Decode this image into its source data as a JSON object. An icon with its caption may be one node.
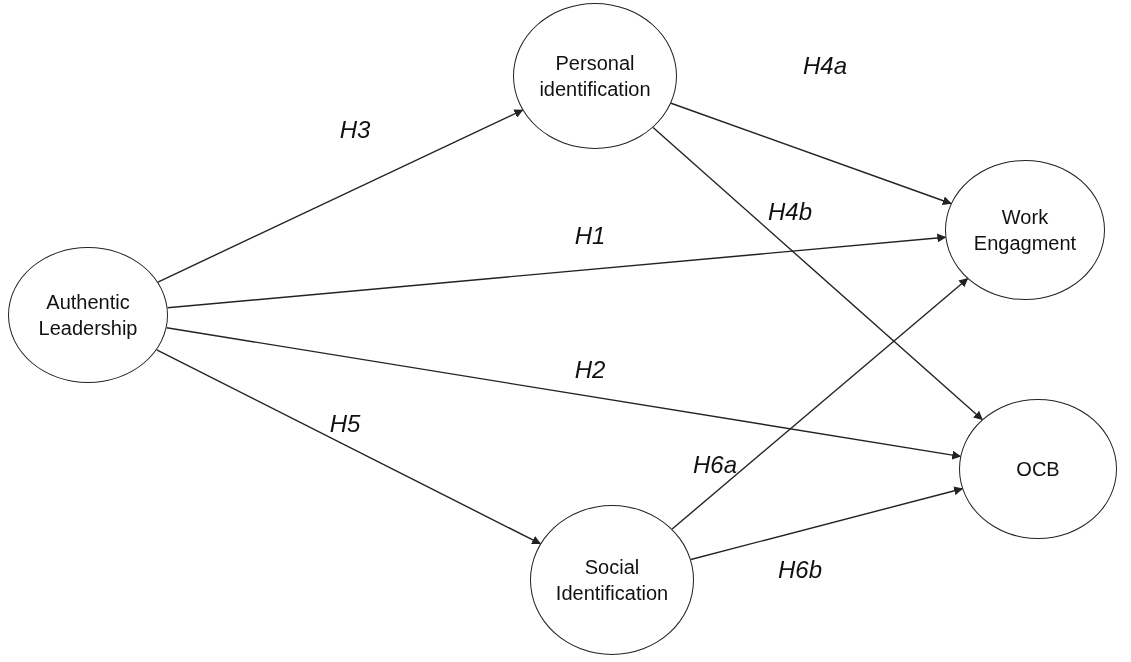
{
  "diagram": {
    "nodes": [
      {
        "text": [
          "Authentic Leadership"
        ]
      },
      {
        "text": [
          "Personal identification"
        ]
      },
      {
        "text": [
          "Work Engagment"
        ]
      },
      {
        "text": [
          "OCB"
        ]
      },
      {
        "text": [
          "Social Identification"
        ]
      }
    ],
    "edges": [
      {
        "from": 0,
        "to": 1,
        "arrow": "to",
        "label": "H3"
      },
      {
        "from": 0,
        "to": 2,
        "arrow": "to",
        "label": "H1"
      },
      {
        "from": 0,
        "to": 3,
        "arrow": "to",
        "label": "H2"
      },
      {
        "from": 0,
        "to": 4,
        "arrow": "to",
        "label": "H5"
      },
      {
        "from": 1,
        "to": 2,
        "arrow": "to",
        "label": "H4a"
      },
      {
        "from": 1,
        "to": 3,
        "arrow": "to",
        "label": "H4b"
      },
      {
        "from": 4,
        "to": 2,
        "arrow": "to",
        "label": "H6a"
      },
      {
        "from": 4,
        "to": 3,
        "arrow": "to",
        "label": "H6b"
      }
    ]
  }
}
